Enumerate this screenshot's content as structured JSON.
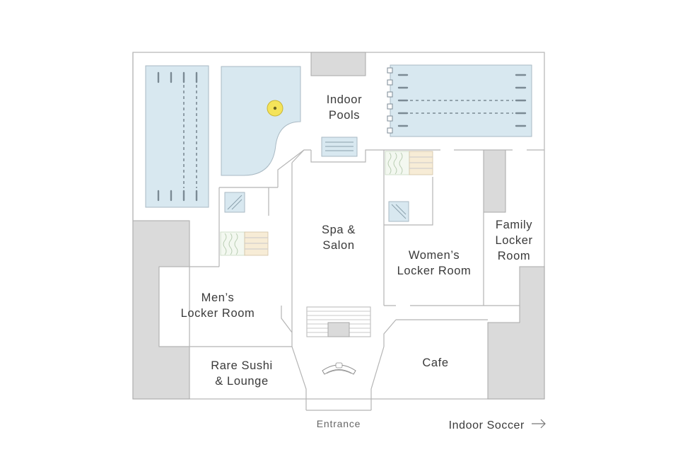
{
  "labels": {
    "indoor_pools_1": "Indoor",
    "indoor_pools_2": "Pools",
    "spa_1": "Spa &",
    "spa_2": "Salon",
    "womens_1": "Women’s",
    "womens_2": "Locker Room",
    "family_1": "Family",
    "family_2": "Locker",
    "family_3": "Room",
    "mens_1": "Men’s",
    "mens_2": "Locker Room",
    "sushi_1": "Rare Sushi",
    "sushi_2": "& Lounge",
    "cafe": "Cafe",
    "entrance": "Entrance",
    "indoor_soccer": "Indoor Soccer"
  },
  "icons": {
    "arrow": "right-arrow-icon"
  },
  "colors": {
    "pool": "#d8e8f0",
    "gray_block": "#dadada",
    "lane": "#7b8a94",
    "hot_tub": "#f4e35a",
    "sauna": "#f7ecd6",
    "wall": "#b5b5b5",
    "text": "#3a3a3a"
  }
}
